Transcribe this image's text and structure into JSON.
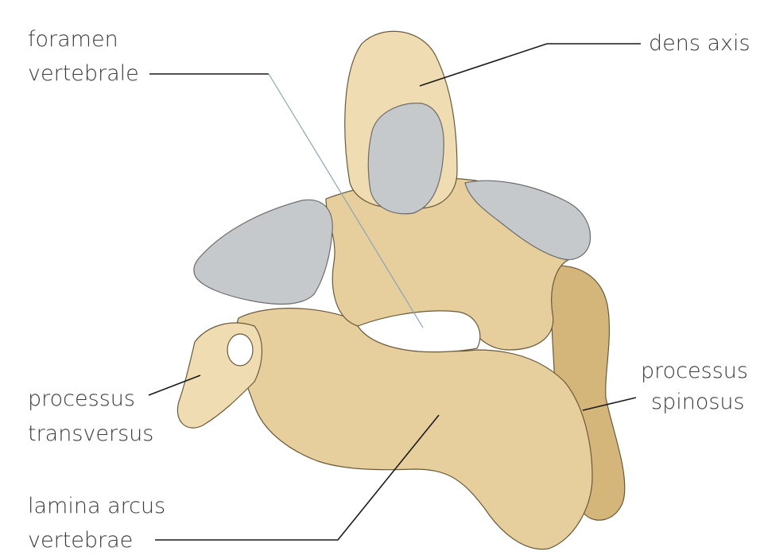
{
  "labels": {
    "foramen_vertebrale": [
      "foramen",
      "vertebrale"
    ],
    "dens_axis": [
      "dens axis"
    ],
    "processus_transversus": [
      "processus",
      "transversus"
    ],
    "processus_spinosus": [
      "processus",
      "spinosus"
    ],
    "lamina_arcus_vertebrae": [
      "lamina arcus",
      "vertebrae"
    ]
  },
  "colors": {
    "bone": "#e6cf9c",
    "bone_shadow": "#d4b57a",
    "articular_facet": "#c6c9cc",
    "label_text": "#3a3a3a",
    "leader_line": "#1a1a1a"
  }
}
